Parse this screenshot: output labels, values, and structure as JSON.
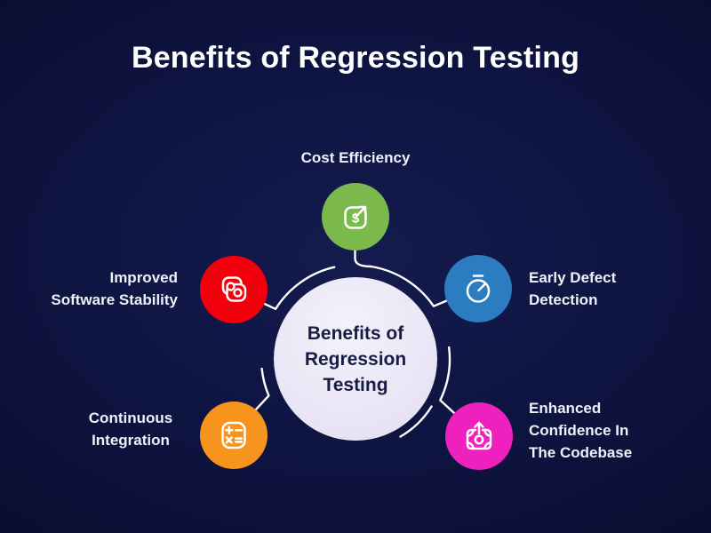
{
  "title": "Benefits of Regression Testing",
  "center_circle": {
    "label": "Benefits of\nRegression\nTesting"
  },
  "nodes": [
    {
      "id": "cost-efficiency",
      "label": "Cost Efficiency",
      "color": "#7cb94d",
      "icon": "dollar-growth-icon"
    },
    {
      "id": "early-defect-detection",
      "label": "Early Defect\nDetection",
      "color": "#2b7cc1",
      "icon": "stopwatch-icon"
    },
    {
      "id": "enhanced-confidence-in-the-codebase",
      "label": "Enhanced\nConfidence In\nThe Codebase",
      "color": "#ee21be",
      "icon": "money-growth-icon"
    },
    {
      "id": "continuous-integration",
      "label": "Continuous\nIntegration",
      "color": "#f7941e",
      "icon": "calculator-icon"
    },
    {
      "id": "improved-software-stability",
      "label": "Improved\nSoftware Stability",
      "color": "#f3000d",
      "icon": "linked-blocks-icon"
    }
  ],
  "colors": {
    "background_center": "#141b4e",
    "background_edge": "#0a0e30",
    "center_circle_fill": "#e9e6f6",
    "center_text": "#181d45",
    "connector_line": "#ffffff",
    "label_text": "#edf1fa",
    "title_text": "#ffffff"
  }
}
